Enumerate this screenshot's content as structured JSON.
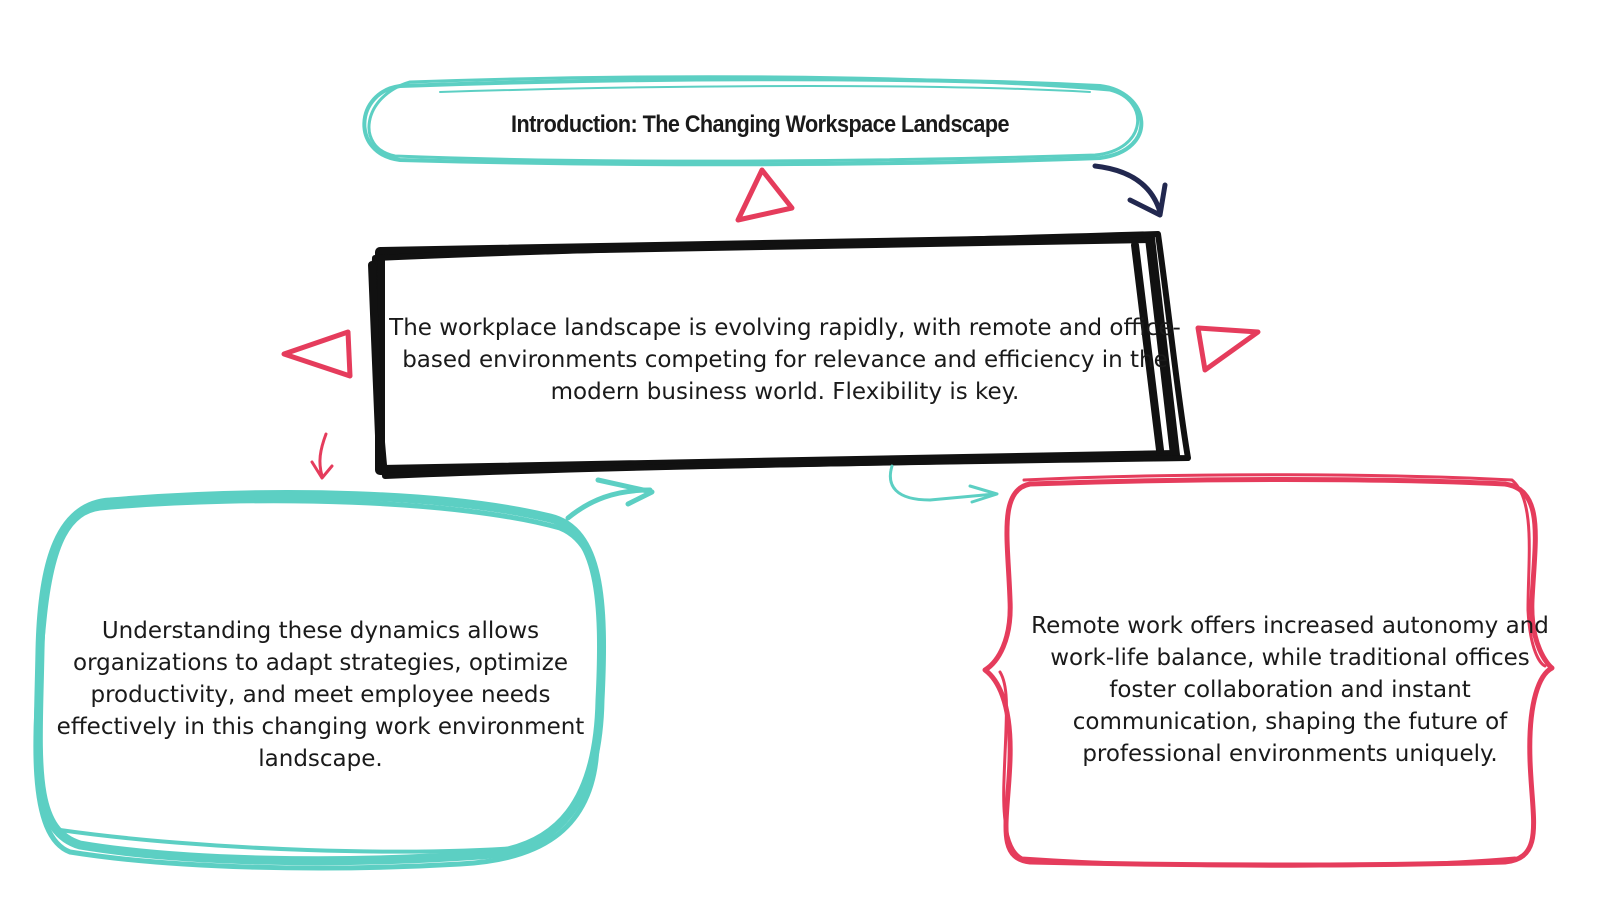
{
  "colors": {
    "teal": "#5ccfc3",
    "black": "#111111",
    "red": "#e53c5c",
    "navy": "#22284f"
  },
  "nodes": {
    "title": "Introduction: The Changing Workspace Landscape",
    "center": "The workplace landscape is evolving rapidly, with remote and office-based environments competing for relevance and efficiency in the modern business world. Flexibility is key.",
    "left": "Understanding these dynamics allows organizations to adapt strategies, optimize productivity, and meet employee needs effectively in this changing work environment landscape.",
    "right": "Remote work offers increased autonomy and work-life balance, while traditional offices foster collaboration and instant communication, shaping the future of professional environments uniquely."
  }
}
